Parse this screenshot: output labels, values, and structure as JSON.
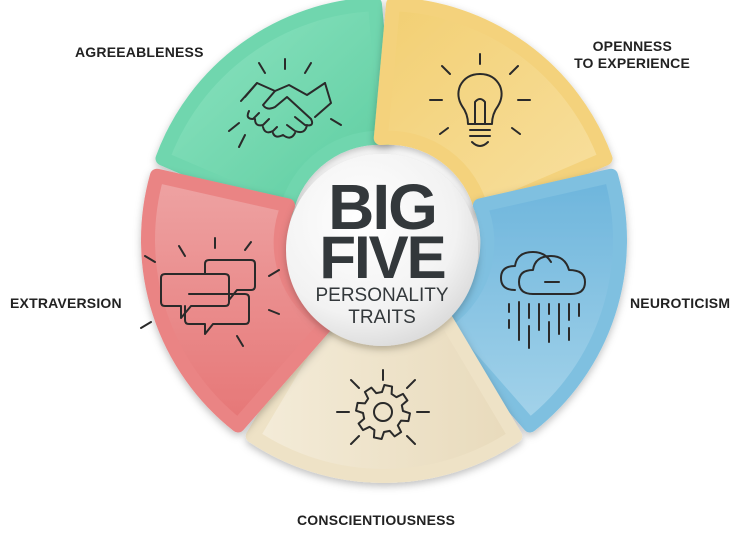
{
  "title": {
    "line1": "BIG",
    "line2": "FIVE",
    "line3": "PERSONALITY",
    "line4": "TRAITS"
  },
  "traits": [
    {
      "name": "AGREEABLENESS",
      "icon": "handshake-icon",
      "color": "#6fd6ae"
    },
    {
      "name_line1": "OPENNESS",
      "name_line2": "TO EXPERIENCE",
      "icon": "lightbulb-icon",
      "color": "#f4d27c"
    },
    {
      "name": "NEUROTICISM",
      "icon": "rain-cloud-icon",
      "color": "#7fc0e0"
    },
    {
      "name": "CONSCIENTIOUSNESS",
      "icon": "gear-icon",
      "color": "#eee2c6"
    },
    {
      "name": "EXTRAVERSION",
      "icon": "speech-bubbles-icon",
      "color": "#ea8484"
    }
  ]
}
